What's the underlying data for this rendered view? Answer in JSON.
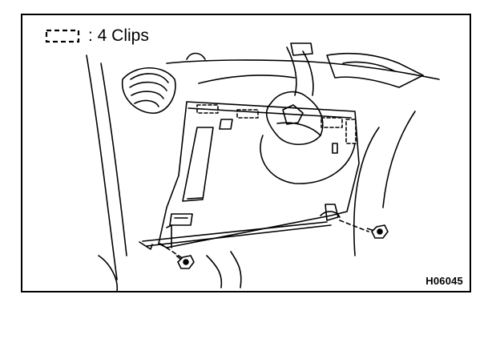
{
  "legend": {
    "symbol_name": "dashed-rectangle-clip-symbol",
    "label": ": 4 Clips"
  },
  "figure_code": "H06045",
  "colors": {
    "ink": "#000000",
    "paper": "#ffffff"
  }
}
